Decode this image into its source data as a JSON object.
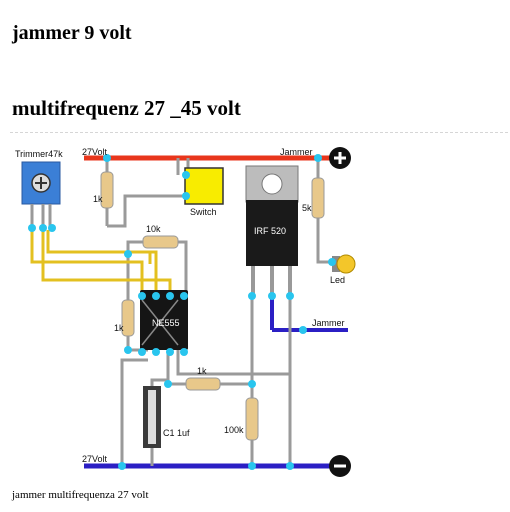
{
  "page": {
    "heading1": "jammer 9 volt",
    "heading2": "multifrequenz 27 _45 volt",
    "caption": "jammer multifrequenza 27 volt"
  },
  "schematic": {
    "labels": {
      "trimmer": "Trimmer47k",
      "v_top": "27Volt",
      "jammer_top": "Jammer",
      "r_1k_top": "1k",
      "switch": "Switch",
      "irf": "IRF 520",
      "r_5k": "5k",
      "r_10k": "10k",
      "r_1k_left": "1k",
      "ne555": "NE555",
      "led": "Led",
      "jammer_right": "Jammer",
      "r_1k_mid": "1k",
      "r_100k": "100k",
      "c1": "C1 1uf",
      "v_bottom": "27Volt"
    },
    "colors": {
      "positive_rail": "#e8361c",
      "negative_rail": "#2b1fc4",
      "control_wire": "#e3c020",
      "ground_wire": "#9a9a9a",
      "node": "#29c5ee"
    }
  }
}
